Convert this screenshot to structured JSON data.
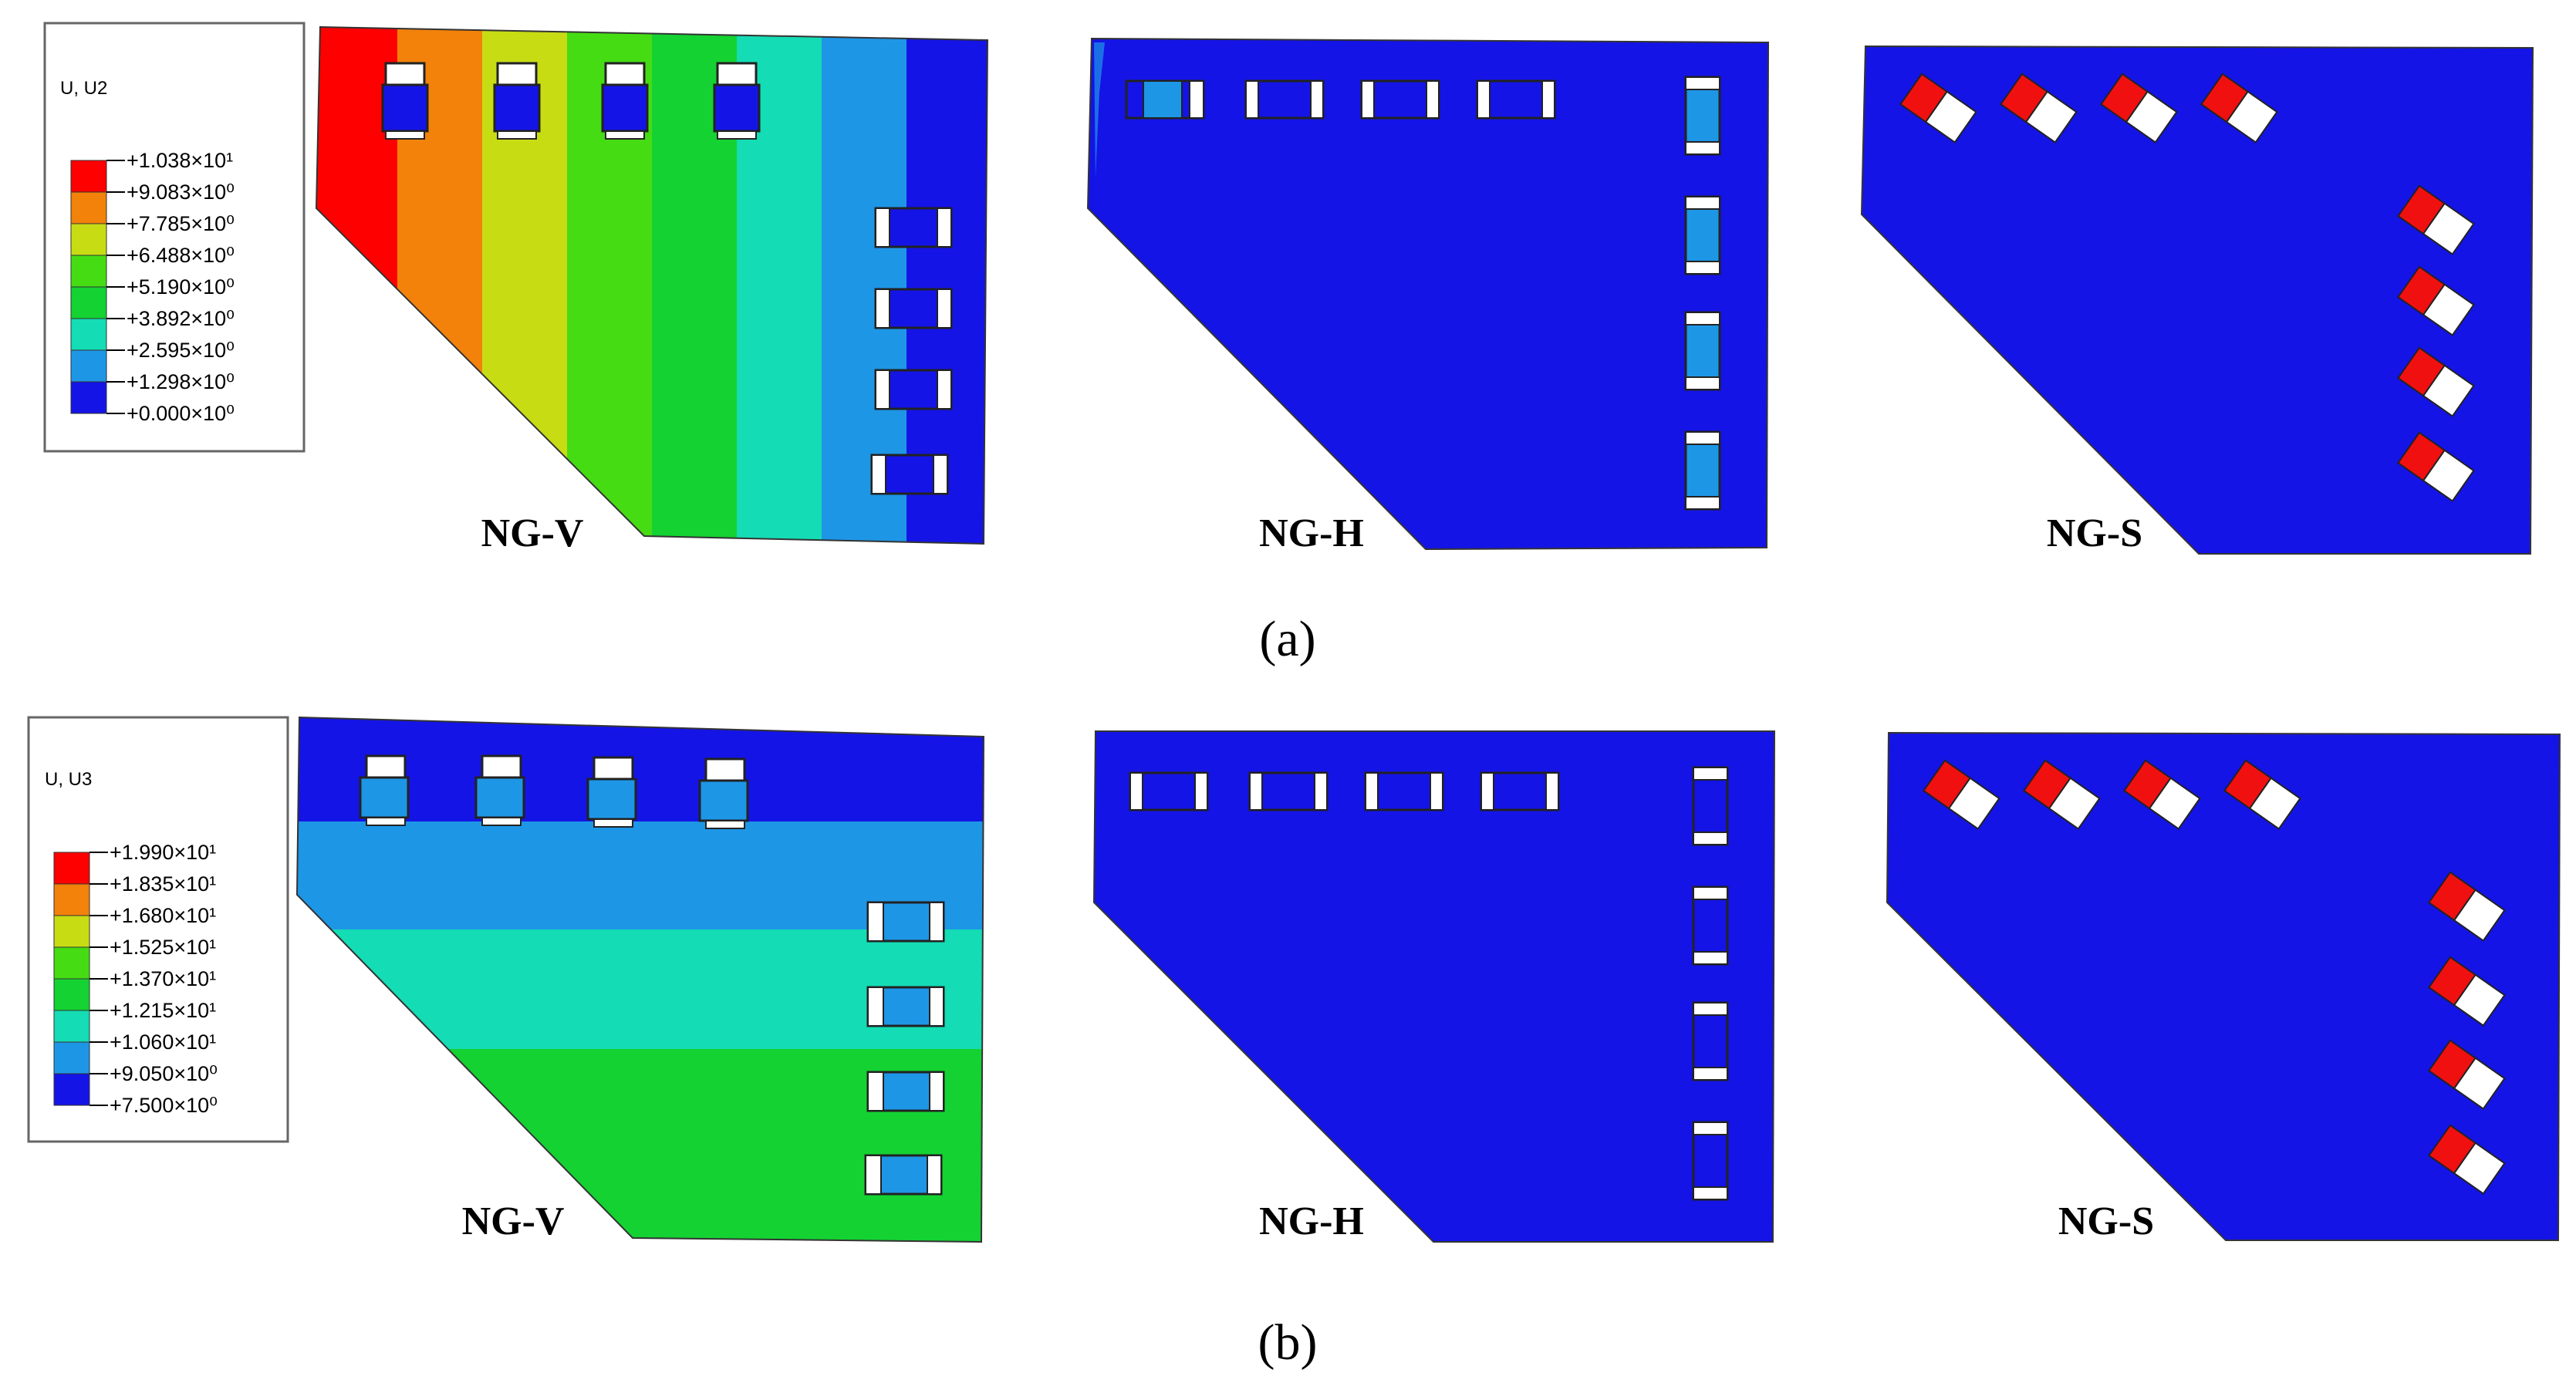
{
  "colors": {
    "blue": "#1414e6",
    "red": "#f01010",
    "legend_scale": [
      "#ff0000",
      "#f2820a",
      "#c8dc14",
      "#46dc14",
      "#14d232",
      "#14dcb4",
      "#1e96e6",
      "#1414e6"
    ],
    "u2_bands": [
      "#ff0000",
      "#f2820a",
      "#c8dc14",
      "#46dc14",
      "#14d232",
      "#14dcb4",
      "#1e96e6",
      "#1414e6"
    ],
    "u3_bands": [
      "#1e96e6",
      "#14dcb4",
      "#14d232"
    ]
  },
  "panel_a": {
    "caption": "(a)",
    "legend": {
      "title": "U, U2",
      "values": [
        "+1.038×10¹",
        "+9.083×10⁰",
        "+7.785×10⁰",
        "+6.488×10⁰",
        "+5.190×10⁰",
        "+3.892×10⁰",
        "+2.595×10⁰",
        "+1.298×10⁰",
        "+0.000×10⁰"
      ]
    },
    "labels": [
      "NG-V",
      "NG-H",
      "NG-S"
    ]
  },
  "panel_b": {
    "caption": "(b)",
    "legend": {
      "title": "U, U3",
      "values": [
        "+1.990×10¹",
        "+1.835×10¹",
        "+1.680×10¹",
        "+1.525×10¹",
        "+1.370×10¹",
        "+1.215×10¹",
        "+1.060×10¹",
        "+9.050×10⁰",
        "+7.500×10⁰"
      ]
    },
    "labels": [
      "NG-V",
      "NG-H",
      "NG-S"
    ]
  }
}
